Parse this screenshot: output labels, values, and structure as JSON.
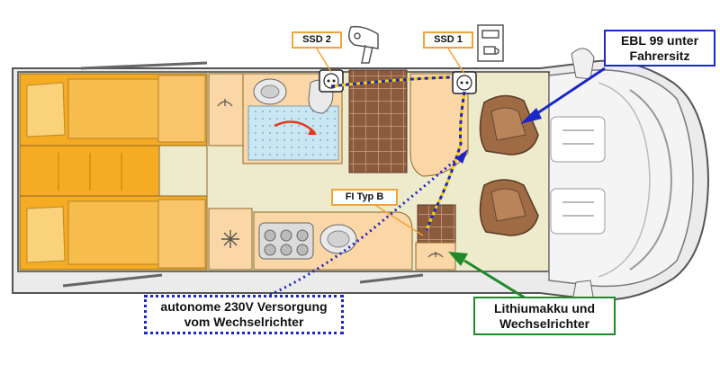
{
  "labels": {
    "ssd2": "SSD 2",
    "ssd1": "SSD 1",
    "fi": "FI Typ B",
    "ebl_line1": "EBL 99 unter",
    "ebl_line2": "Fahrersitz",
    "lithium_line1": "Lithiumakku und",
    "lithium_line2": "Wechselrichter",
    "autonom_line1": "autonome 230V Versorgung",
    "autonom_line2": "vom Wechselrichter"
  },
  "icons": [
    "hair-dryer-icon",
    "coffee-machine-icon",
    "socket-icon",
    "snowflake-icon",
    "hanger-icon"
  ],
  "colors": {
    "bed_orange": "#f5ab22",
    "light_orange": "#fbd6a6",
    "floor": "#eeeacc",
    "wood": "#8a5a3c",
    "seat_brown": "#9e6b45",
    "shower_blue": "#c9e6f3",
    "ebl_arrow": "#1a27c9",
    "lithium_arrow": "#1f8a2a",
    "wire_yellow": "#f3d200",
    "wire_blue": "#1b25c8"
  }
}
